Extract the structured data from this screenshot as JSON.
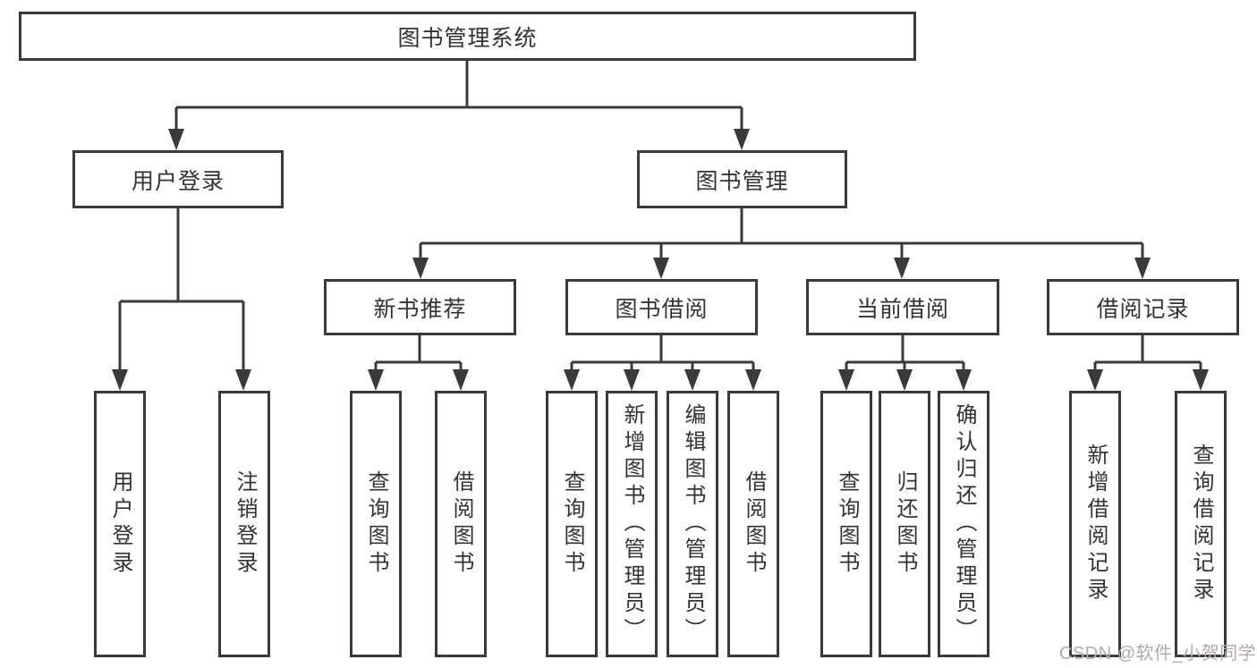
{
  "diagram": {
    "type": "tree",
    "title": "图书管理系统"
  },
  "tree": {
    "label": "图书管理系统",
    "children": [
      {
        "label": "用户登录",
        "children": [
          {
            "label": "用户登录"
          },
          {
            "label": "注销登录"
          }
        ]
      },
      {
        "label": "图书管理",
        "children": [
          {
            "label": "新书推荐",
            "children": [
              {
                "label": "查询图书"
              },
              {
                "label": "借阅图书"
              }
            ]
          },
          {
            "label": "图书借阅",
            "children": [
              {
                "label": "查询图书"
              },
              {
                "label": "新增图书（管理员）"
              },
              {
                "label": "编辑图书（管理员）"
              },
              {
                "label": "借阅图书"
              }
            ]
          },
          {
            "label": "当前借阅",
            "children": [
              {
                "label": "查询图书"
              },
              {
                "label": "归还图书"
              },
              {
                "label": "确认归还（管理员）"
              }
            ]
          },
          {
            "label": "借阅记录",
            "children": [
              {
                "label": "新增借阅记录"
              },
              {
                "label": "查询借阅记录"
              }
            ]
          }
        ]
      }
    ]
  },
  "watermark": {
    "text": "CSDN @软件_小贺同学",
    "color": "#b3aaaa"
  },
  "colors": {
    "line": "#3a3a3a",
    "box_border": "#3a3a3a",
    "text": "#333333",
    "background": "#ffffff"
  }
}
